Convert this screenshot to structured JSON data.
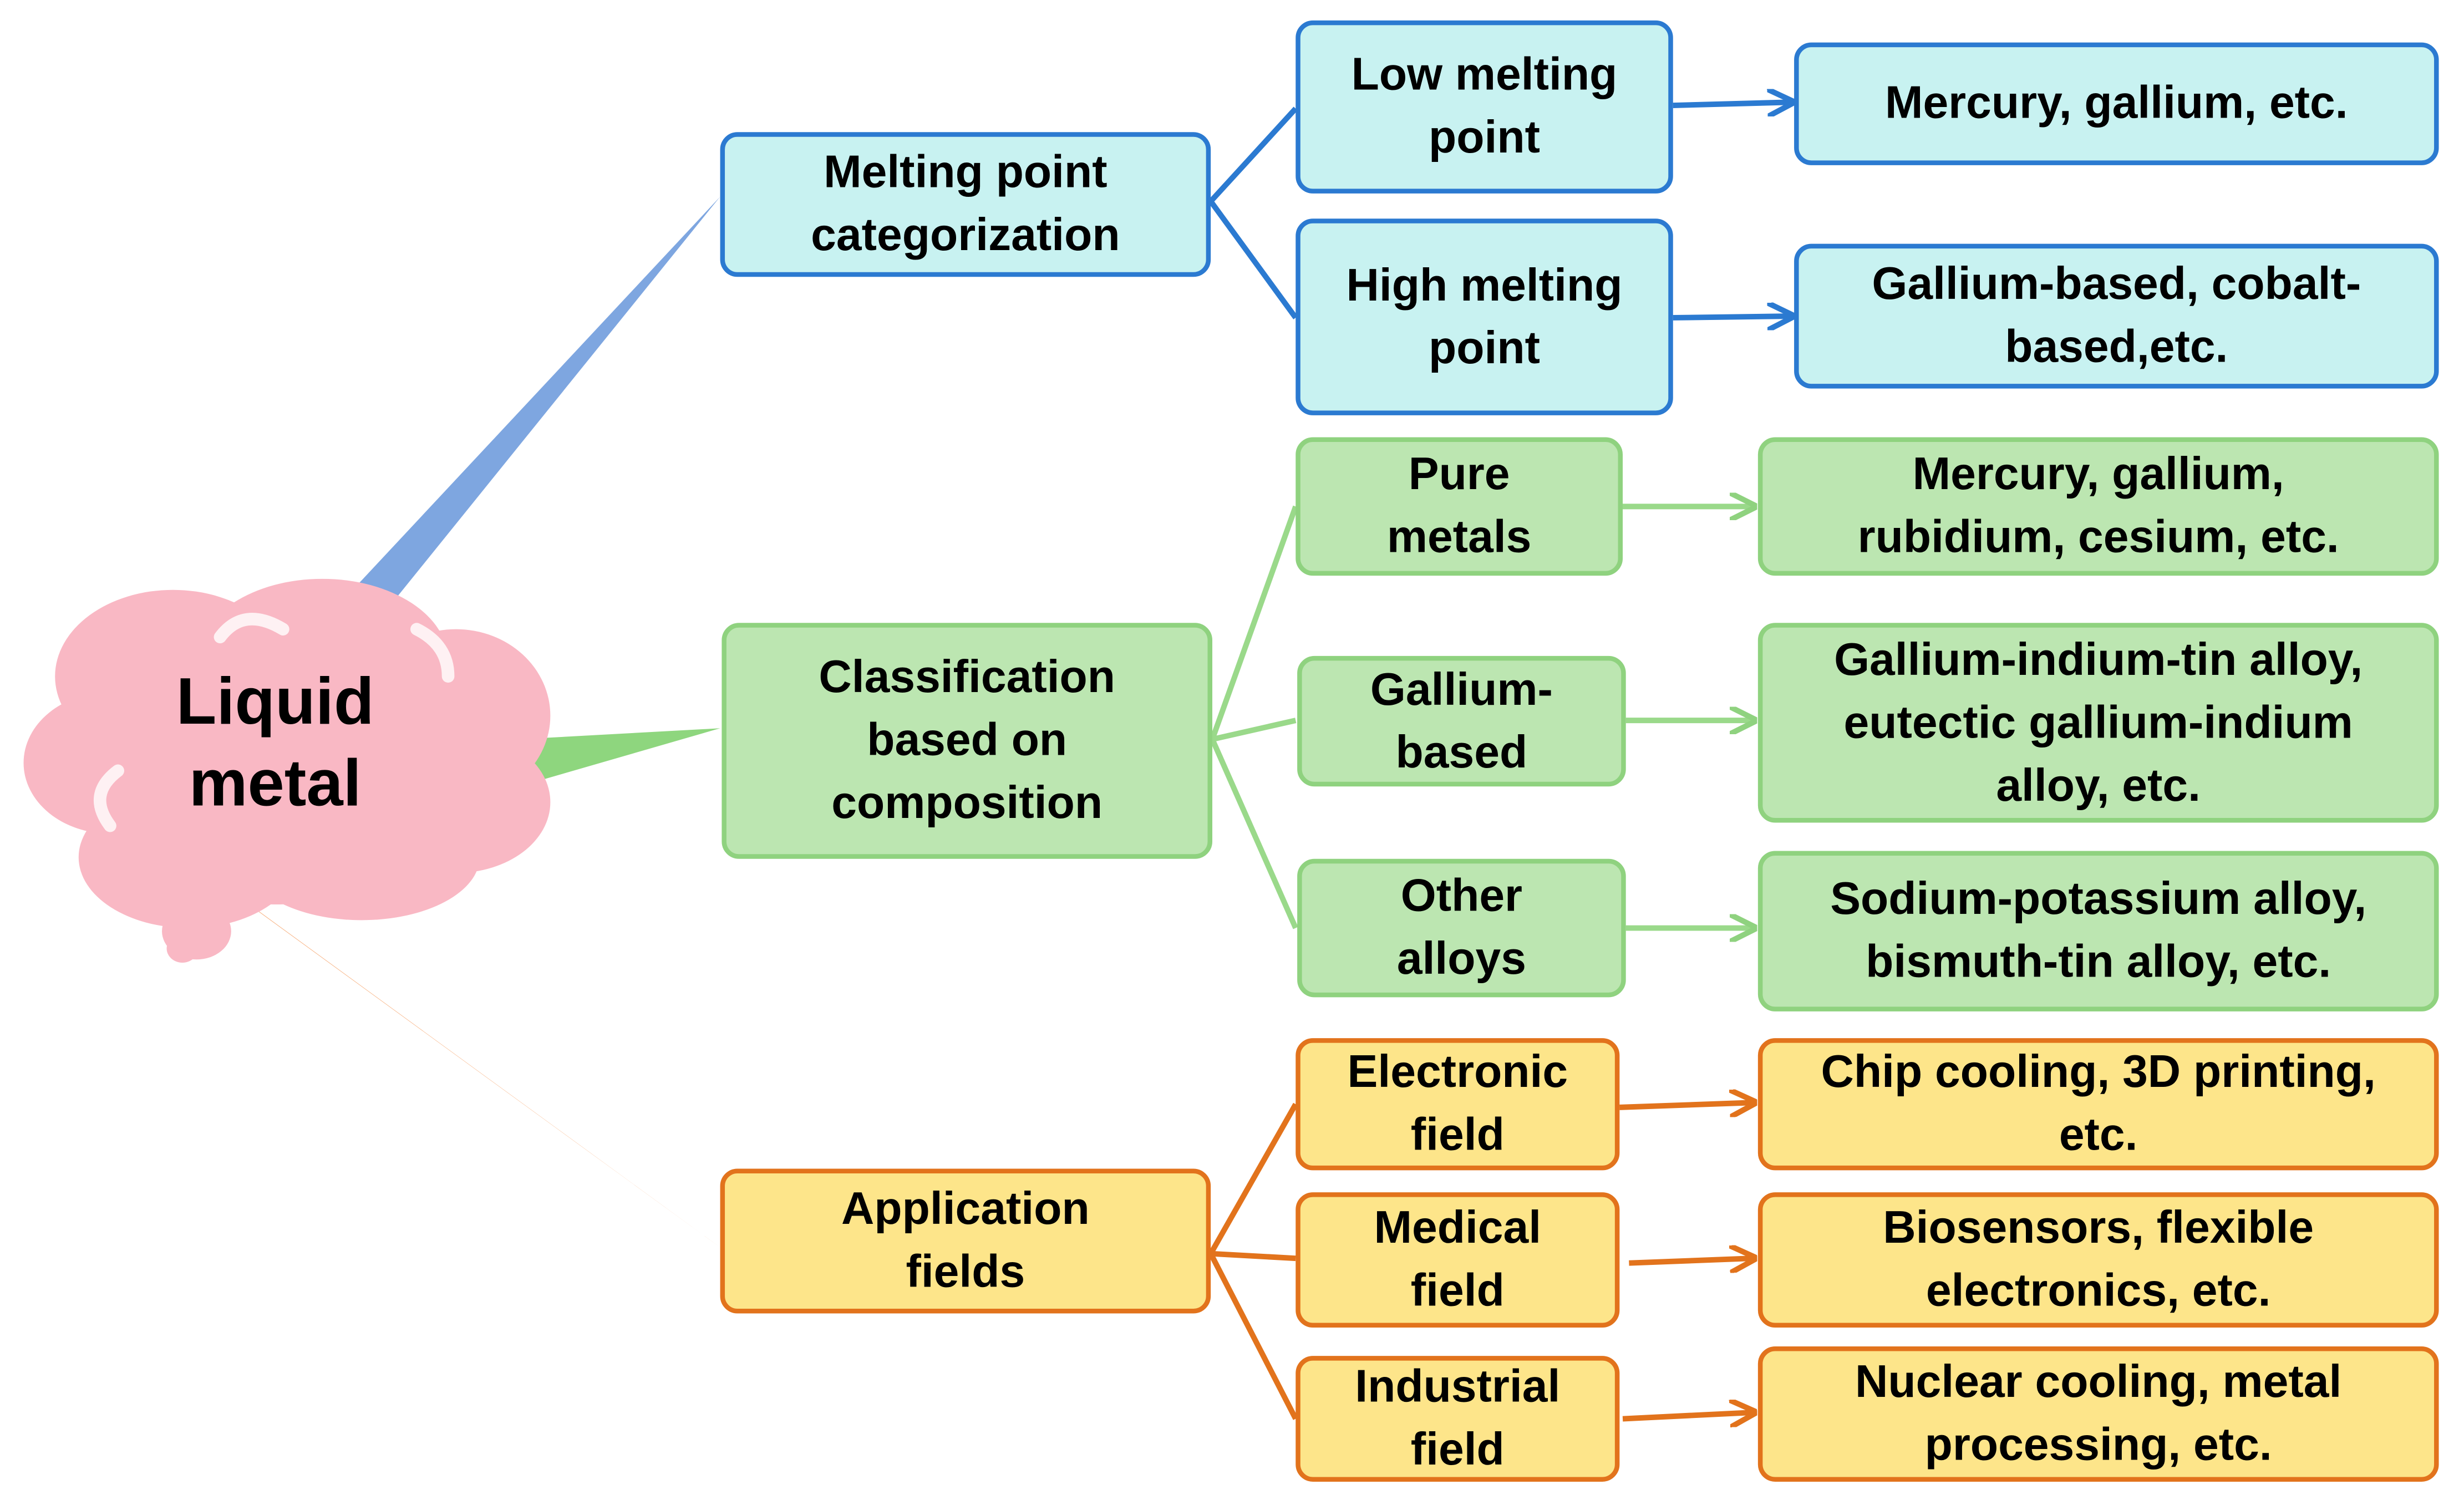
{
  "root": {
    "label": "Liquid\nmetal"
  },
  "colors": {
    "blue_fill": "#c8f2f1",
    "blue_stroke": "#2b7ad1",
    "green_fill": "#bce6b1",
    "green_stroke": "#8fd27f",
    "orange_fill": "#fde58a",
    "orange_stroke": "#e2731c",
    "cloud": "#f9b8c4"
  },
  "branches": [
    {
      "label": "Melting point\ncategorization",
      "children": [
        {
          "label": "Low melting\npoint",
          "example": "Mercury, gallium, etc."
        },
        {
          "label": "High melting\npoint",
          "example": "Gallium-based, cobalt-\nbased,etc."
        }
      ]
    },
    {
      "label": "Classification\nbased on\ncomposition",
      "children": [
        {
          "label": "Pure\nmetals",
          "example": "Mercury, gallium,\nrubidium, cesium, etc."
        },
        {
          "label": "Gallium-\nbased",
          "example": "Gallium-indium-tin alloy,\neutectic gallium-indium\nalloy, etc."
        },
        {
          "label": "Other\nalloys",
          "example": "Sodium-potassium alloy,\nbismuth-tin alloy, etc."
        }
      ]
    },
    {
      "label": "Application\nfields",
      "children": [
        {
          "label": "Electronic\nfield",
          "example": "Chip cooling, 3D printing,\netc."
        },
        {
          "label": "Medical\nfield",
          "example": "Biosensors, flexible\nelectronics, etc."
        },
        {
          "label": "Industrial\nfield",
          "example": "Nuclear cooling, metal\nprocessing, etc."
        }
      ]
    }
  ]
}
